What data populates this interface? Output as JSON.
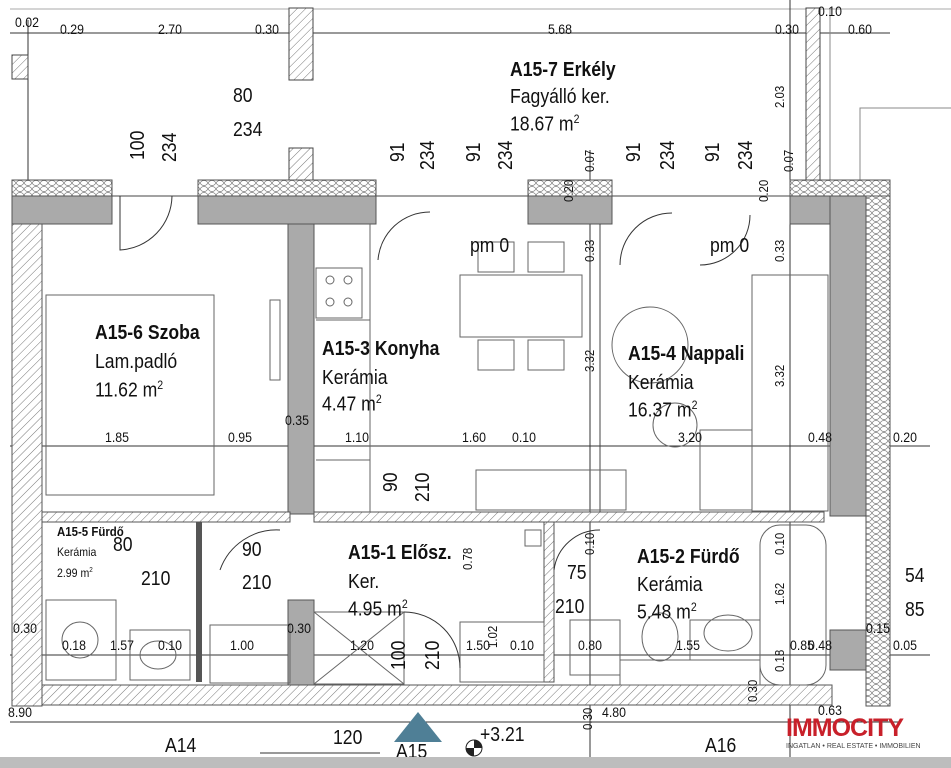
{
  "rooms": [
    {
      "id": "A15-7",
      "name": "A15-7 Erkély",
      "material": "Fagyálló ker.",
      "area": "18.67 m",
      "unit_sup": "2"
    },
    {
      "id": "A15-6",
      "name": "A15-6 Szoba",
      "material": "Lam.padló",
      "area": "11.62 m",
      "unit_sup": "2"
    },
    {
      "id": "A15-3",
      "name": "A15-3 Konyha",
      "material": "Kerámia",
      "area": "4.47 m",
      "unit_sup": "2"
    },
    {
      "id": "A15-4",
      "name": "A15-4 Nappali",
      "material": "Kerámia",
      "area": "16.37 m",
      "unit_sup": "2"
    },
    {
      "id": "A15-5",
      "name": "A15-5 Fürdő",
      "material": "Kerámia",
      "area": "2.99 m",
      "unit_sup": "2"
    },
    {
      "id": "A15-1",
      "name": "A15-1 Elősz.",
      "material": "Ker.",
      "area": "4.95 m",
      "unit_sup": "2"
    },
    {
      "id": "A15-2",
      "name": "A15-2 Fürdő",
      "material": "Kerámia",
      "area": "5.48 m",
      "unit_sup": "2"
    }
  ],
  "dims_top": [
    "0.02",
    "0.29",
    "2.70",
    "0.30",
    "5.68",
    "0.30",
    "0.10",
    "0.60"
  ],
  "openings_top": [
    "80",
    "234",
    "100",
    "234",
    "91",
    "234",
    "91",
    "234",
    "0.07",
    "91",
    "234",
    "91",
    "234",
    "0.07",
    "2.03",
    "0.20",
    "0.20"
  ],
  "levels": [
    "pm 0",
    "pm 0"
  ],
  "dims_mid": [
    "0.33",
    "0.33",
    "3.32",
    "3.32",
    "1.85",
    "0.95",
    "0.35",
    "1.10",
    "1.60",
    "0.10",
    "3.20",
    "0.48",
    "0.20",
    "90",
    "210"
  ],
  "doors_lower": [
    "80",
    "210",
    "90",
    "210",
    "0.78",
    "0.10",
    "75",
    "210",
    "0.10",
    "1.62",
    "54",
    "85"
  ],
  "dims_low": [
    "0.30",
    "0.18",
    "1.57",
    "0.10",
    "1.00",
    "0.30",
    "1.20",
    "100",
    "210",
    "1.50",
    "1.02",
    "0.10",
    "0.80",
    "1.55",
    "0.18",
    "0.85",
    "0.48",
    "0.15",
    "0.05"
  ],
  "dims_bottom": [
    "8.90",
    "0.30",
    "4.80",
    "0.30",
    "0.63",
    "120"
  ],
  "units": {
    "current": "A15",
    "left": "A14",
    "right": "A16"
  },
  "elevation": "+3.21",
  "logo": {
    "name": "IMMOCITY",
    "sub": "INGATLAN • REAL ESTATE • IMMOBILIEN"
  },
  "colors": {
    "entry_marker": "#4f7f96",
    "logo": "#c8202a",
    "wall": "#9a9a9a"
  }
}
